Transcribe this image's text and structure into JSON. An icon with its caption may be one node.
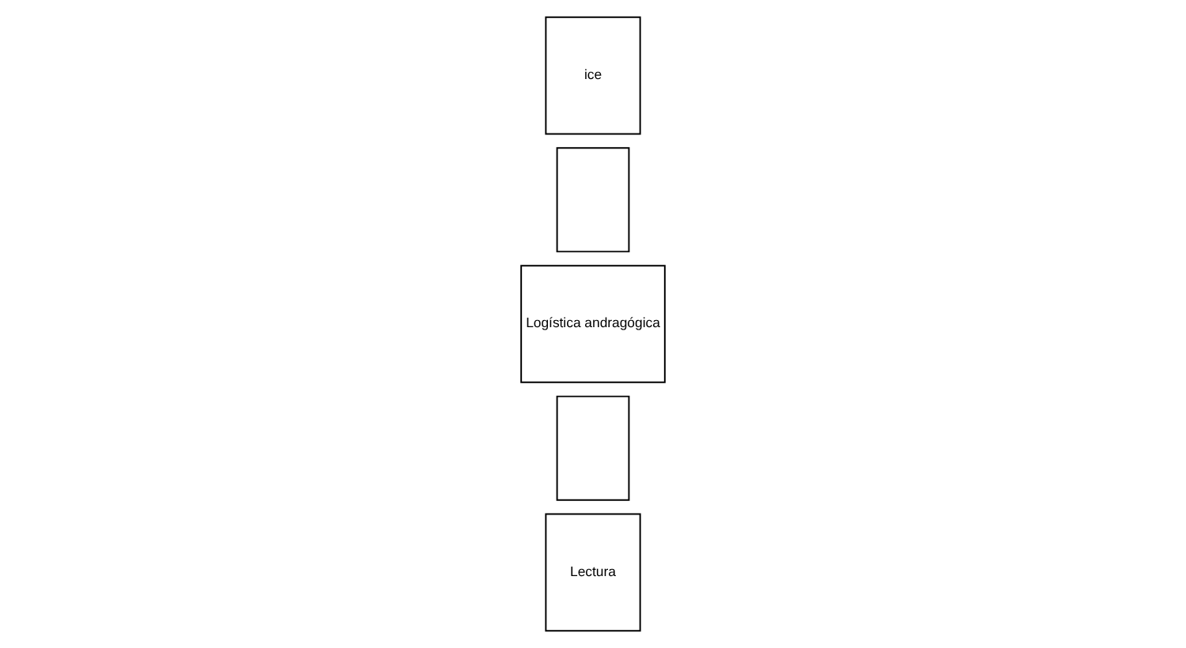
{
  "diagram": {
    "nodes": [
      {
        "text": [
          "ice"
        ]
      },
      {
        "text": [],
        "shape": "box"
      },
      {
        "text": [
          "Logística andragógica"
        ]
      },
      {
        "text": [],
        "shape": "box"
      },
      {
        "text": [
          "Lectura"
        ]
      }
    ]
  }
}
